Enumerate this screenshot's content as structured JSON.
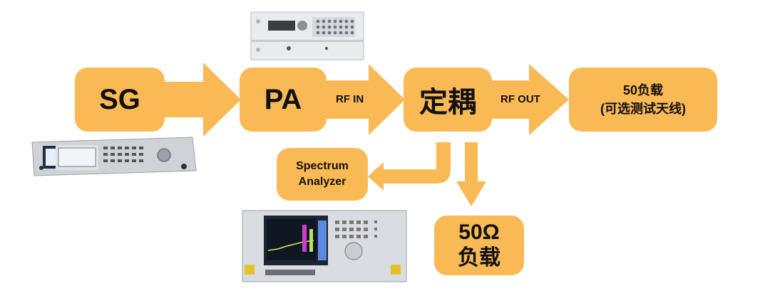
{
  "colors": {
    "block_fill": "#F9B955",
    "text": "#111111",
    "background": "#FFFFFF"
  },
  "blocks": {
    "sg": "SG",
    "pa": "PA",
    "coupler": "定耦",
    "load": {
      "line1": "50负载",
      "line2": "(可选测试天线)"
    },
    "analyzer": {
      "line1": "Spectrum",
      "line2": "Analyzer"
    },
    "ohm_load": {
      "line1": "50Ω",
      "line2": "负载"
    }
  },
  "labels": {
    "rf_in": "RF IN",
    "rf_out": "RF OUT"
  },
  "devices": {
    "pa_device": "power-amplifier-photo",
    "sg_device": "signal-generator-photo",
    "sa_device": "spectrum-analyzer-photo"
  }
}
